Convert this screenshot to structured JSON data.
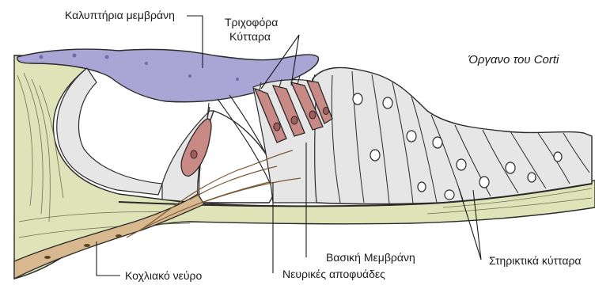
{
  "diagram": {
    "title": "Όργανο του Corti",
    "labels": {
      "tectorial_membrane": "Καλυπτήρια μεμβράνη",
      "hair_cells_line1": "Τριχοφόρα",
      "hair_cells_line2": "Κύτταρα",
      "basilar_membrane": "Βασική Μεμβράνη",
      "nerve_processes": "Νευρικές αποφυάδες",
      "supporting_cells": "Στηρικτικά κύτταρα",
      "cochlear_nerve": "Κοχλιακό νεύρο"
    },
    "colors": {
      "tectorial": "#a9a6d6",
      "hair_cell": "#c98a86",
      "nerve_tissue": "#dfe4b8",
      "support_cell": "#e6e6e6",
      "nerve_fiber": "#d8b88e",
      "outline": "#2a2a2a"
    }
  }
}
